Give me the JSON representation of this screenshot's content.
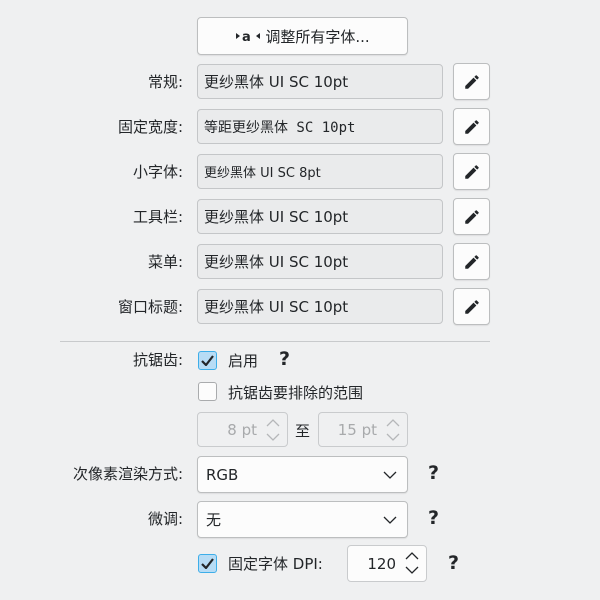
{
  "adjust_all_button": "调整所有字体...",
  "font_rows": [
    {
      "label": "常规:",
      "value": "更纱黑体 UI SC 10pt"
    },
    {
      "label": "固定宽度:",
      "value": "等距更纱黑体 SC 10pt"
    },
    {
      "label": "小字体:",
      "value": "更纱黑体 UI SC 8pt"
    },
    {
      "label": "工具栏:",
      "value": "更纱黑体 UI SC 10pt"
    },
    {
      "label": "菜单:",
      "value": "更纱黑体 UI SC 10pt"
    },
    {
      "label": "窗口标题:",
      "value": "更纱黑体 UI SC 10pt"
    }
  ],
  "antialiasing": {
    "label": "抗锯齿:",
    "enable_label": "启用",
    "enabled": true,
    "help": "?",
    "exclude_label": "抗锯齿要排除的范围",
    "exclude_checked": false,
    "from": "8 pt",
    "to_label": "至",
    "to": "15 pt"
  },
  "subpixel": {
    "label": "次像素渲染方式:",
    "value": "RGB",
    "help": "?"
  },
  "hinting": {
    "label": "微调:",
    "value": "无",
    "help": "?"
  },
  "dpi": {
    "label": "固定字体 DPI:",
    "checked": true,
    "value": "120",
    "help": "?"
  }
}
